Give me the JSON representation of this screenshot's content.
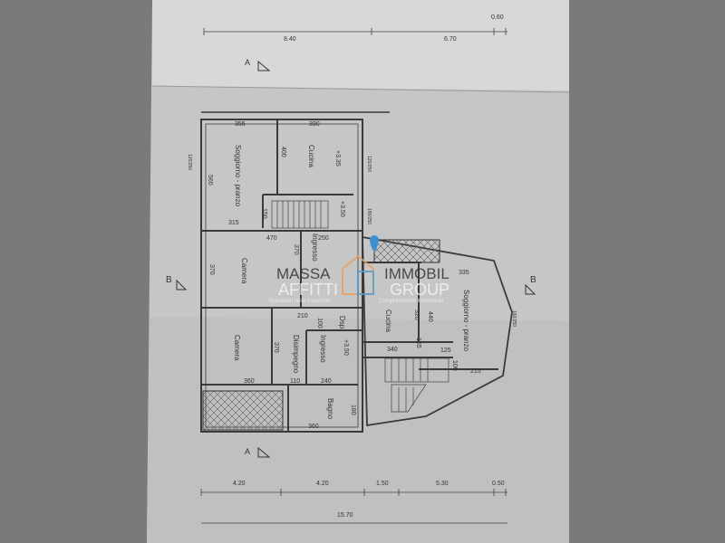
{
  "top_dimensions": [
    "8.40",
    "6.70",
    "0.60"
  ],
  "bottom_dimensions": [
    "4.20",
    "4.20",
    "1.50",
    "5.30",
    "0.50"
  ],
  "bottom_total": "15.70",
  "section_labels": {
    "a_top": "A",
    "a_bottom": "A",
    "b_left": "B",
    "b_right": "B"
  },
  "rooms": {
    "soggiorno_1": "Soggiorno - pranzo",
    "cucina_1": "Cucina",
    "camera_1": "Camera",
    "ingresso_1": "Ingresso",
    "camera_2": "Camera",
    "disimpegno": "Disimpegno",
    "ingresso_2": "Ingresso",
    "dispensa": "Dsp",
    "bagno": "Bagno",
    "cucina_2": "Cucina",
    "soggiorno_2": "Soggiorno - pranzo"
  },
  "levels": {
    "l1": "+3.35",
    "l2": "+3.50",
    "l3": "+3.50"
  },
  "room_dims": {
    "d355": "355",
    "d390": "390",
    "d400": "400",
    "d560": "560",
    "d150": "150",
    "d315": "315",
    "d470": "470",
    "d250": "250",
    "d370a": "370",
    "d370b": "370",
    "d210": "210",
    "d100a": "100",
    "d370c": "370",
    "d360a": "360",
    "d110": "110",
    "d240": "240",
    "d180": "180",
    "d360b": "360",
    "d320": "320",
    "d440": "440",
    "d335": "335",
    "d340": "340",
    "d165": "165",
    "d125": "125",
    "d100b": "100",
    "d215": "215"
  },
  "windows": {
    "w1": "120/250",
    "w2": "120/250",
    "w3": "180/250",
    "w4": "160/250"
  },
  "watermark": {
    "left_top": "MASSA",
    "left_main": "AFFITTI",
    "left_sub": "Specialisti nella locazione",
    "right_top": "IMMOBIL",
    "right_main": "GROUP",
    "right_sub": "Compravendite Immobiliari"
  },
  "colors": {
    "paper": "#c9c9c9",
    "watermark_orange": "#e8a060",
    "watermark_blue": "#5a9bc8",
    "marker": "#3c8fd0"
  }
}
